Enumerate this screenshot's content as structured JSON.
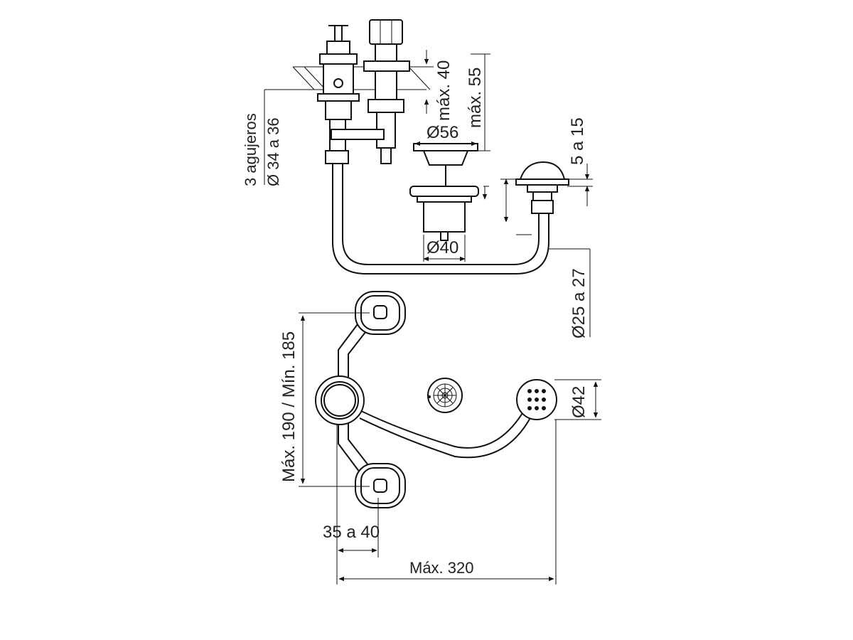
{
  "dimensions": {
    "holes_line1": "3 agujeros",
    "holes_line2": "Ø 34 a 36",
    "max40": "máx. 40",
    "max55": "máx. 55",
    "d56": "Ø56",
    "d40": "Ø40",
    "range_5_15": "5 a 15",
    "d25_27": "Ø25 a 27",
    "max190": "Máx. 190 / Mín. 185",
    "d42": "Ø42",
    "range_35_40": "35 a 40",
    "max320": "Máx. 320"
  }
}
